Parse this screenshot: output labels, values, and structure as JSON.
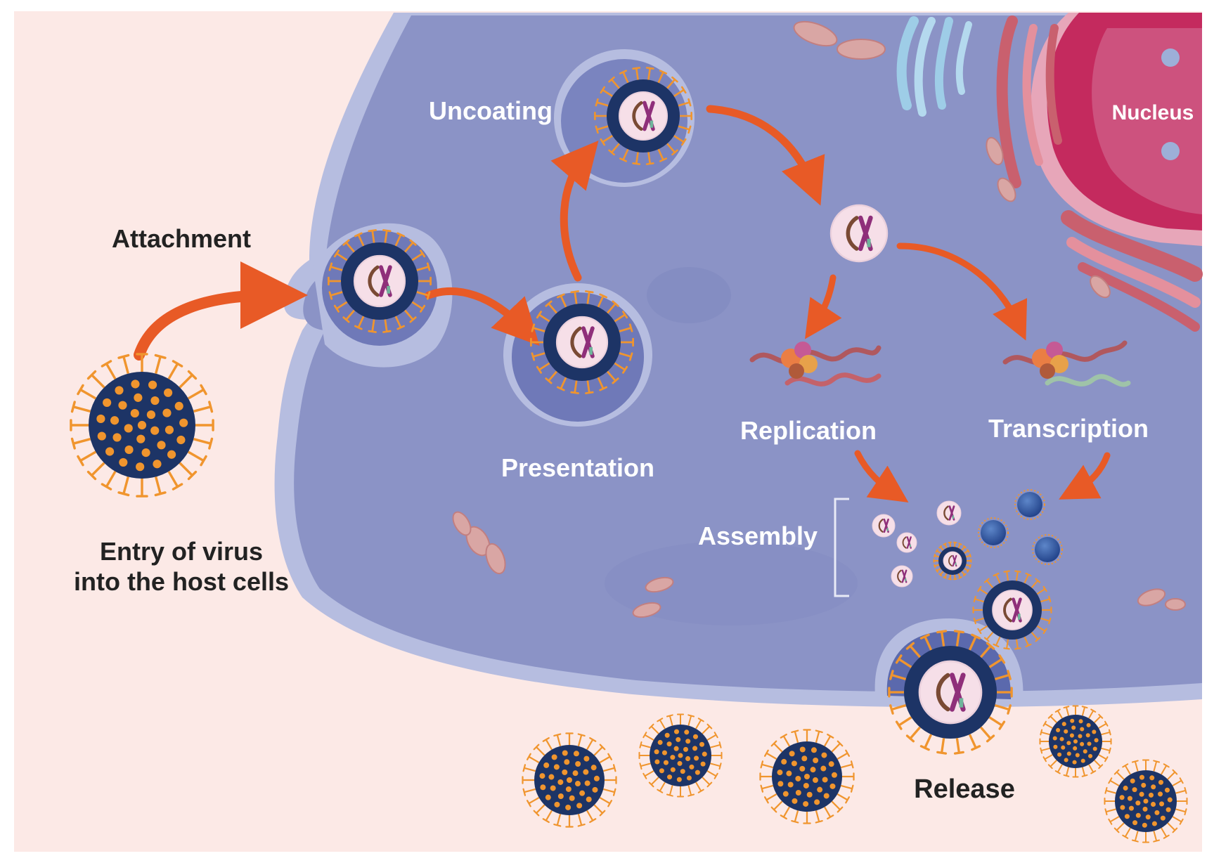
{
  "labels": {
    "attachment": "Attachment",
    "entry_line1": "Entry of virus",
    "entry_line2": "into the host cells",
    "uncoating": "Uncoating",
    "presentation": "Presentation",
    "nucleus": "Nucleus",
    "replication": "Replication",
    "transcription": "Transcription",
    "assembly": "Assembly",
    "release": "Release"
  },
  "colors": {
    "background": "#fce9e6",
    "cell_body": "#8b93c6",
    "cell_membrane": "#b6bde0",
    "vesicle": "#6f79b8",
    "arrow": "#e85a26",
    "virus_core": "#1d3466",
    "virus_spike": "#f0952e",
    "genome_pink": "#f6dfe8",
    "nucleus": "#c42a5e",
    "text_dark": "#222222",
    "text_light": "#ffffff"
  }
}
